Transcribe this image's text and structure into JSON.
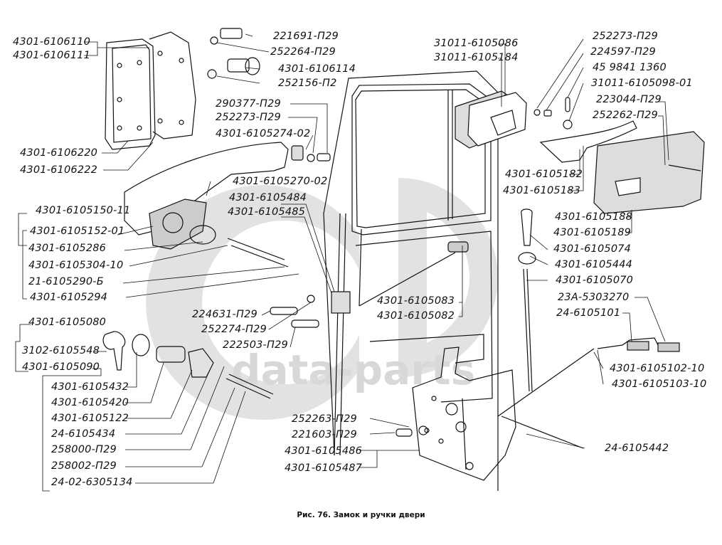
{
  "figure": {
    "caption": "Рис. 76. Замок и ручки двери",
    "watermark_text": "data-parts",
    "watermark_logo": "gd-logo"
  },
  "labels": {
    "l01": "4301-6106110",
    "l02": "4301-6106111",
    "l03": "221691-П29",
    "l04": "252264-П29",
    "l05": "4301-6106114",
    "l06": "252156-П2",
    "l07": "290377-П29",
    "l08": "252273-П29",
    "l09": "4301-6105274-02",
    "l10": "4301-6106220",
    "l11": "4301-6106222",
    "l12": "4301-6105270-02",
    "l13": "4301-6105484",
    "l14": "4301-6105485",
    "l15": "4301-6105150-11",
    "l16": "4301-6105152-01",
    "l17": "4301-6105286",
    "l18": "4301-6105304-10",
    "l19": "21-6105290-Б",
    "l20": "4301-6105294",
    "l21": "224631-П29",
    "l22": "252274-П29",
    "l23": "222503-П29",
    "l24": "4301-6105080",
    "l25": "3102-6105548",
    "l26": "4301-6105090",
    "l27": "4301-6105432",
    "l28": "4301-6105420",
    "l29": "4301-6105122",
    "l30": "24-6105434",
    "l31": "258000-П29",
    "l32": "258002-П29",
    "l33": "24-02-6305134",
    "l34": "31011-6105086",
    "l35": "31011-6105184",
    "l36": "252273-П29",
    "l37": "224597-П29",
    "l38": "45 9841 1360",
    "l39": "31011-6105098-01",
    "l40": "223044-П29",
    "l41": "252262-П29",
    "l42": "4301-6105182",
    "l43": "4301-6105183",
    "l44": "4301-6105188",
    "l45": "4301-6105189",
    "l46": "4301-6105074",
    "l47": "4301-6105444",
    "l48": "4301-6105070",
    "l49": "4301-6105083",
    "l50": "4301-6105082",
    "l51": "23А-5303270",
    "l52": "24-6105101",
    "l53": "4301-6105102-10",
    "l54": "4301-6105103-10",
    "l55": "252263-П29",
    "l56": "221603-П29",
    "l57": "4301-6105486",
    "l58": "4301-6105487",
    "l59": "24-6105442"
  }
}
